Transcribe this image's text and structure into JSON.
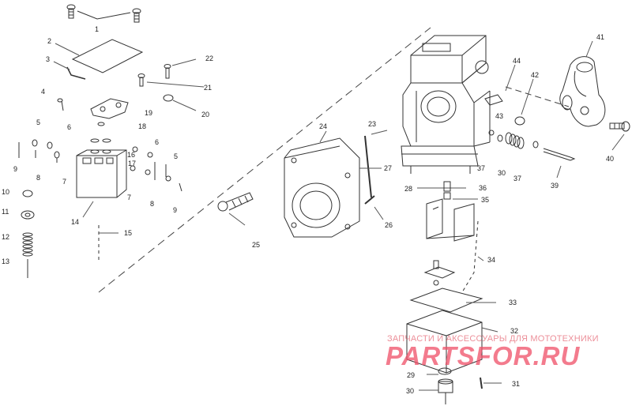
{
  "diagram": {
    "callouts": [
      "1",
      "2",
      "3",
      "4",
      "5",
      "6",
      "7",
      "8",
      "9",
      "10",
      "11",
      "12",
      "13",
      "14",
      "15",
      "16",
      "17",
      "18",
      "19",
      "20",
      "21",
      "22",
      "23",
      "24",
      "25",
      "26",
      "27",
      "28",
      "29",
      "30",
      "31",
      "32",
      "33",
      "34",
      "35",
      "36",
      "37",
      "39",
      "40",
      "41",
      "42",
      "43",
      "44"
    ],
    "duplicate_callouts": [
      "5",
      "6",
      "7",
      "8",
      "9",
      "30",
      "37"
    ]
  },
  "watermark": {
    "caption": "ЗАПЧАСТИ И АКСЕССУАРЫ ДЛЯ МОТОТЕХНИКИ",
    "brand": "PARTSFOR.RU",
    "color": "#ef5068"
  }
}
